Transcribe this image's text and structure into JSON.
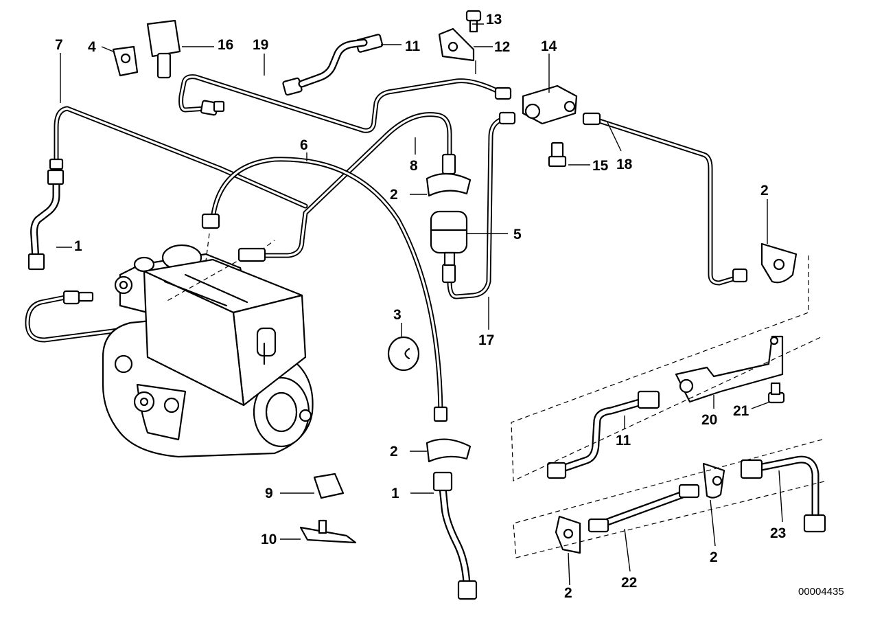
{
  "diagram_number": "00004435",
  "callouts": {
    "c1_top": "1",
    "c1_bottom": "1",
    "c2_a": "2",
    "c2_b": "2",
    "c2_c": "2",
    "c2_d": "2",
    "c2_e": "2",
    "c3": "3",
    "c4": "4",
    "c5": "5",
    "c6": "6",
    "c7": "7",
    "c8": "8",
    "c9": "9",
    "c10": "10",
    "c11_top": "11",
    "c11_bottom": "11",
    "c12": "12",
    "c13": "13",
    "c14": "14",
    "c15": "15",
    "c16": "16",
    "c17": "17",
    "c18": "18",
    "c19": "19",
    "c20": "20",
    "c21": "21",
    "c22": "22",
    "c23": "23"
  }
}
